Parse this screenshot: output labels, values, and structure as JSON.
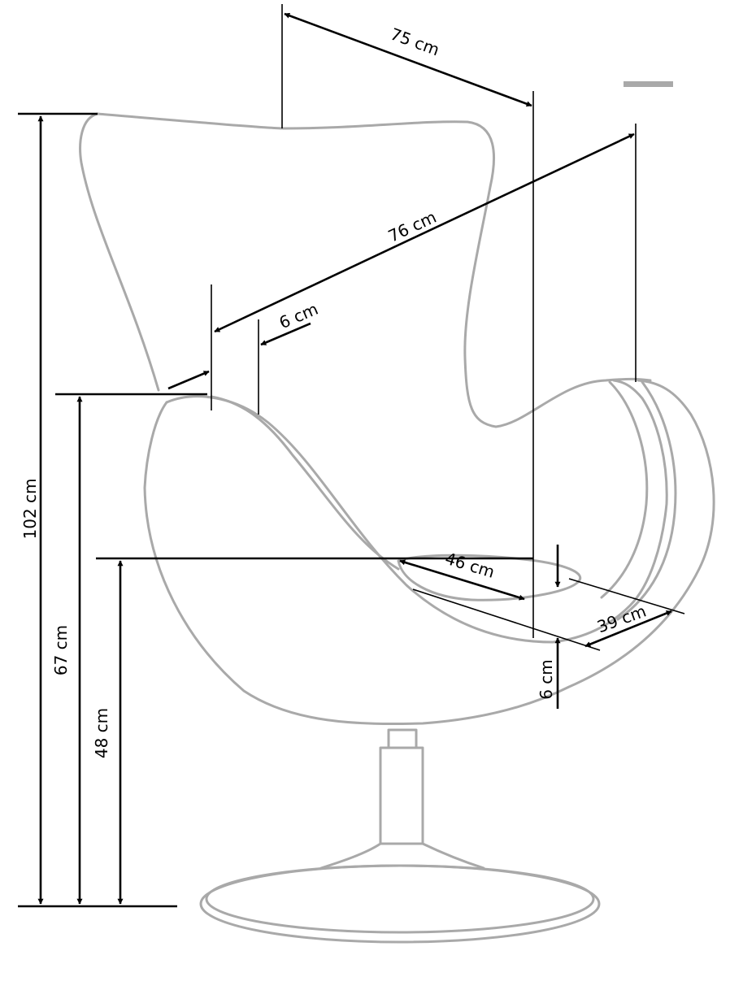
{
  "dimensions": {
    "depth": "75 cm",
    "diagonal": "76 cm",
    "backrest_thickness": "6 cm",
    "total_height": "102 cm",
    "armrest_height": "67 cm",
    "seat_height": "48 cm",
    "seat_depth": "46 cm",
    "seat_width": "39 cm",
    "cushion_thickness": "6 cm"
  },
  "colors": {
    "outline": "#a9a9a9",
    "dimension_line": "#000000",
    "marker": "#a9a9a9"
  }
}
